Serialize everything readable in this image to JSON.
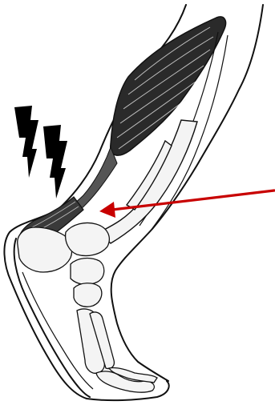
{
  "figure": {
    "subject": "lower-leg-and-foot-achilles",
    "colors": {
      "background": "#ffffff",
      "ink": "#111111",
      "muscle_shading": "#1a1a1a",
      "bone_fill": "#f4f4f4",
      "pain_bolts": "#000000",
      "pointer_arrow": "#c80000"
    },
    "markers": {
      "pain_indicator_count": 2,
      "pointer_target": "achilles-tendon-insertion"
    }
  }
}
